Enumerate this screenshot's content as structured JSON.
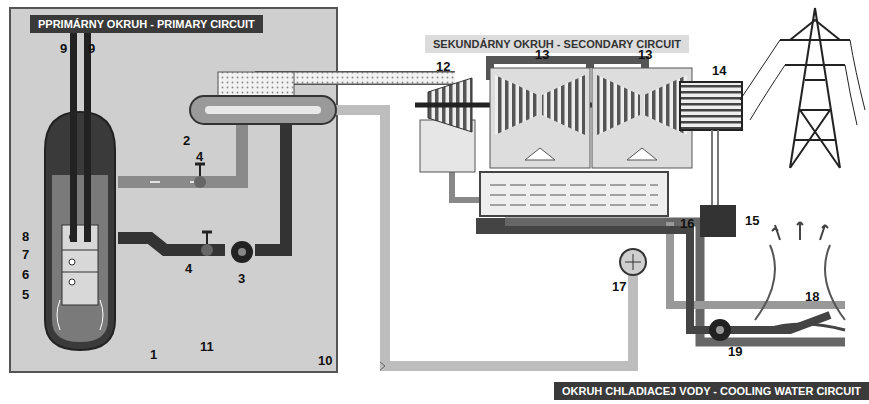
{
  "diagram": {
    "nodes": [
      {
        "text": [
          "PPRIMÁRNY OKRUH - PRIMARY CIRCUIT"
        ]
      },
      {
        "text": [
          "SEKUNDÁRNY OKRUH - SECONDARY CIRCUIT"
        ]
      },
      {
        "text": [
          "OKRUH CHLADIACEJ VODY - COOLING WATER CIRCUIT"
        ]
      }
    ],
    "labels": [
      "9",
      "9",
      "4",
      "8",
      "7",
      "6",
      "5",
      "4",
      "3",
      "1",
      "2",
      "11",
      "10",
      "12",
      "13",
      "13",
      "14",
      "15",
      "16",
      "17",
      "18",
      "19"
    ]
  }
}
